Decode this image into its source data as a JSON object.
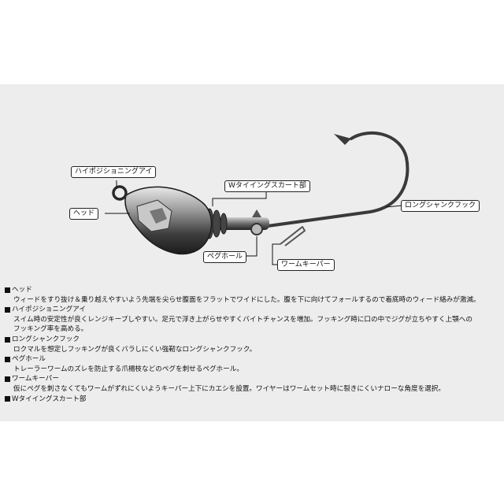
{
  "callouts": {
    "eye": "ハイポジショニングアイ",
    "skirt": "Wタイイングスカート部",
    "head": "ヘッド",
    "hook": "ロングシャンクフック",
    "peg": "ペグホール",
    "keeper": "ワームキーパー"
  },
  "items": [
    {
      "title": "ヘッド",
      "body": "ウィードをすり抜け＆乗り越えやすいよう先端を尖らせ腹面をフラットでワイドにした。腹を下に向けてフォールするので着底時のウィード絡みが激減。"
    },
    {
      "title": "ハイポジショニングアイ",
      "body": "スイム時の安定性が良くレンジキープしやすい。足元で浮き上がらせやすくバイトチャンスを増加。フッキング時に口の中でジグが立ちやすく上顎への\nフッキング率を高める。"
    },
    {
      "title": "ロングシャンクフック",
      "body": "ロクマルを想定しフッキングが良くバラしにくい強靭なロングシャンクフック。"
    },
    {
      "title": "ペグホール",
      "body": "トレーラーワームのズレを防止する爪楊枝などのペグを刺せるペグホール。"
    },
    {
      "title": "ワームキーパー",
      "body": "仮にペグを刺さなくてもワームがずれにくいようキーパー上下にカエシを設置。ワイヤーはワームセット時に裂きにくいナローな角度を選択。"
    },
    {
      "title": "Wタイイングスカート部",
      "body": ""
    }
  ],
  "colors": {
    "panel": "#ededed",
    "metal": "#3a3a3a",
    "label_border": "#222222"
  }
}
